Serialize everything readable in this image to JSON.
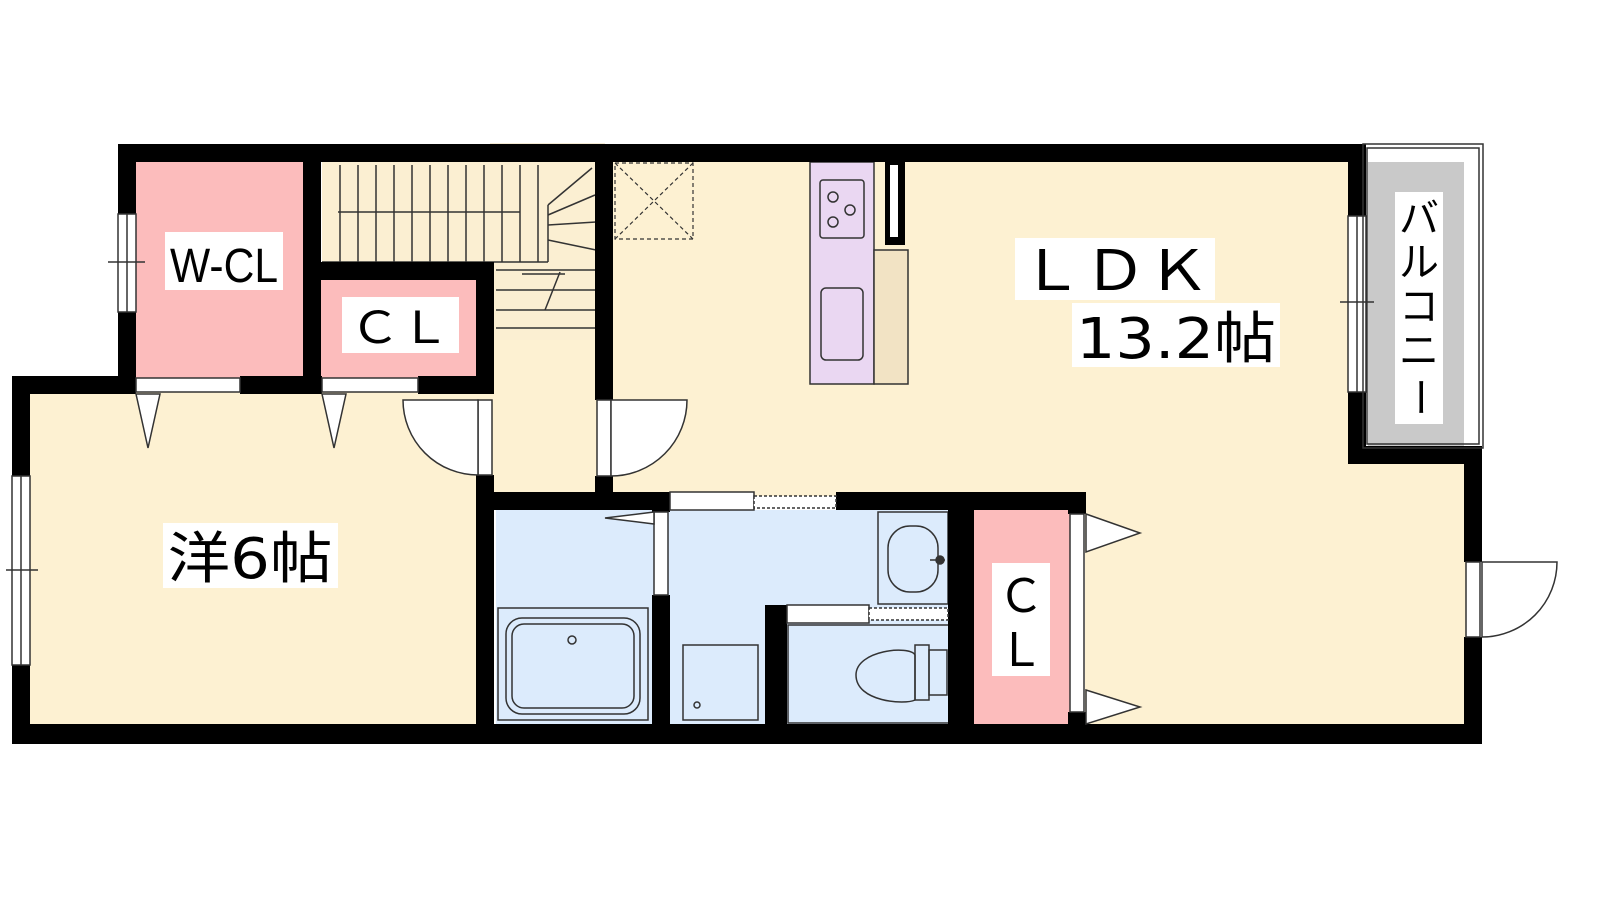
{
  "colors": {
    "wall": "#000000",
    "room_floor": "#fdf1d2",
    "closet": "#fcbcbc",
    "wet_area": "#dcebfc",
    "kitchen": "#ead7f2",
    "kitchen_counter": "#f2e3c4",
    "stair": "#fbefd2",
    "balcony": "#c9c9c9",
    "label_bg": "#ffffff"
  },
  "labels": {
    "ldk_line1": "ＬＤＫ",
    "ldk_line2": "13.2帖",
    "western": "洋6帖",
    "wcl": "W-CL",
    "cl_small": "ＣＬ",
    "cl_right_1": "Ｃ",
    "cl_right_2": "Ｌ",
    "balcony": [
      "バ",
      "ル",
      "コ",
      "ニ",
      "ー"
    ]
  }
}
